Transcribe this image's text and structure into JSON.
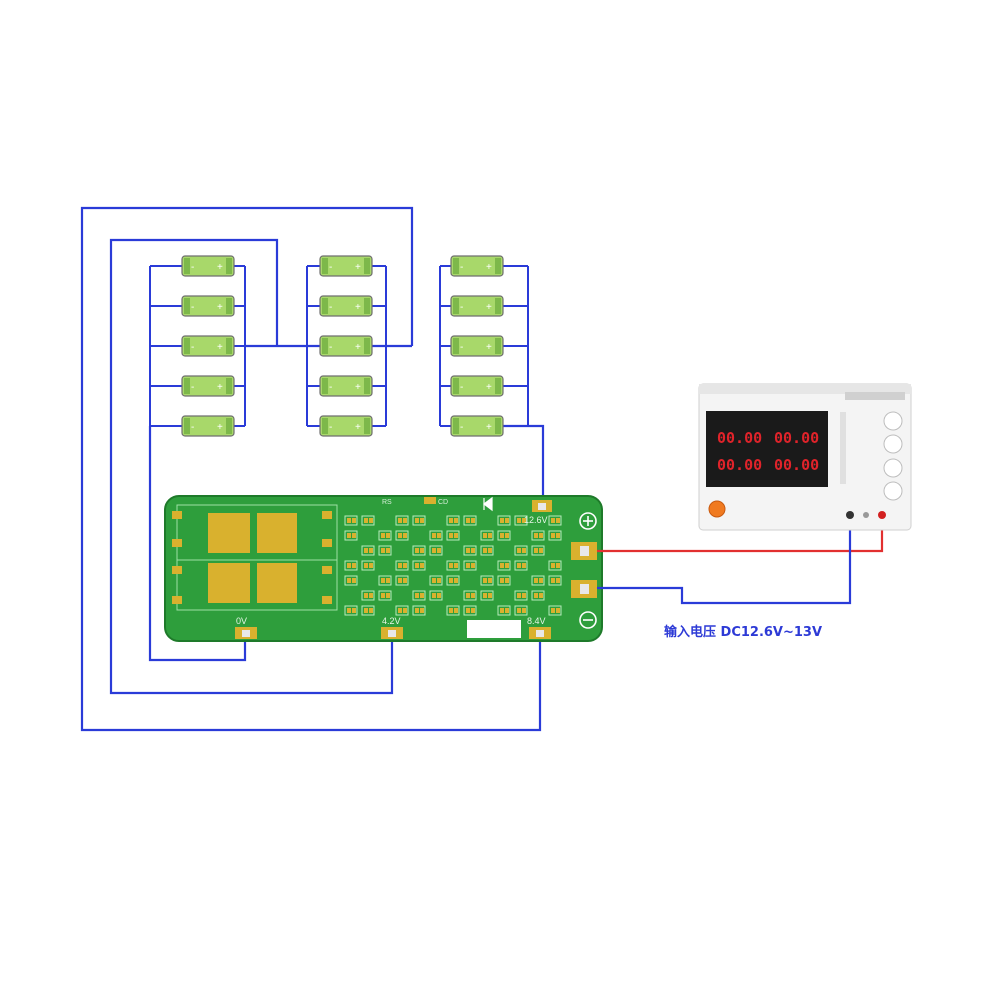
{
  "colors": {
    "wire_blue": "#2a3bd8",
    "wire_red": "#e23030",
    "pcb_green": "#2e9e3c",
    "pad_gold": "#d9b12e",
    "cell_green": "#a8d86a"
  },
  "battery_pack": {
    "groups": 3,
    "cells_per_group": 5,
    "cell_markings": {
      "negative": "-",
      "positive": "+"
    }
  },
  "pcb": {
    "labels": {
      "top_pad": "12.6V",
      "zero_v": "0V",
      "v42": "4.2V",
      "v84": "8.4V",
      "rs": "RS",
      "cd": "CD",
      "plus_terminal": "⊕",
      "minus_terminal": "⊖"
    }
  },
  "power_supply": {
    "displays": [
      "00.00",
      "00.00",
      "00.00",
      "00.00"
    ]
  },
  "caption": "输入电压 DC12.6V~13V"
}
